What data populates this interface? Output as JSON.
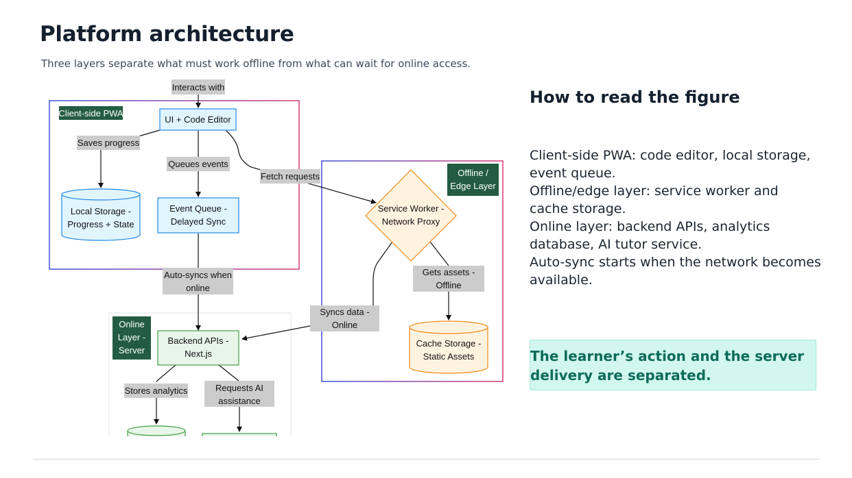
{
  "header": {
    "title": "Platform architecture",
    "subtitle": "Three layers separate what must work offline from what can wait for online access."
  },
  "diagram": {
    "groups": {
      "client": "Client-side PWA",
      "edge": [
        "Offline /",
        "Edge Layer"
      ],
      "online": [
        "Online",
        "Layer -",
        "Server"
      ]
    },
    "nodes": {
      "ui_editor": "UI + Code Editor",
      "local_storage": [
        "Local Storage -",
        "Progress + State"
      ],
      "event_queue": [
        "Event Queue -",
        "Delayed Sync"
      ],
      "service_worker": [
        "Service Worker -",
        "Network Proxy"
      ],
      "cache_storage": [
        "Cache Storage -",
        "Static Assets"
      ],
      "backend_apis": [
        "Backend APIs -",
        "Next.js"
      ]
    },
    "edges": {
      "interacts_with": "Interacts with",
      "saves_progress": "Saves progress",
      "queues_events": "Queues events",
      "fetch_requests": "Fetch requests",
      "auto_syncs": [
        "Auto-syncs when",
        "online"
      ],
      "gets_assets": [
        "Gets assets -",
        "Offline"
      ],
      "syncs_data": [
        "Syncs data -",
        "Online"
      ],
      "stores_analytics": "Stores analytics",
      "requests_ai": [
        "Requests AI",
        "assistance"
      ]
    },
    "colors": {
      "client_node_fill": "#e1f5fe",
      "client_node_stroke": "#1e88e5",
      "edge_node_fill": "#fff3e0",
      "edge_node_stroke": "#ef8a17",
      "online_node_fill": "#e8f5e9",
      "online_node_stroke": "#43a047",
      "group_tag": "#235c42",
      "edge_label_bg": "#cccccc"
    }
  },
  "panel": {
    "heading": "How to read the figure",
    "points": [
      "Client-side PWA: code editor, local storage, event queue.",
      "Offline/edge layer: service worker and cache storage.",
      "Online layer: backend APIs, analytics database, AI tutor service.",
      "Auto-sync starts when the network becomes available."
    ],
    "callout": "The learner’s action and the server delivery are separated.",
    "callout_color": "#0e6b5a",
    "callout_bg": "#d1f7ee"
  }
}
